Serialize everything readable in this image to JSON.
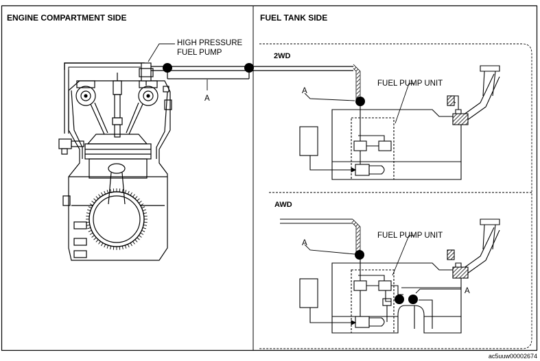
{
  "headers": {
    "engine_side": "ENGINE COMPARTMENT SIDE",
    "fuel_tank_side": "FUEL TANK SIDE"
  },
  "labels": {
    "high_pressure_line1": "HIGH PRESSURE",
    "high_pressure_line2": "FUEL PUMP",
    "pipe_a": "A",
    "fuel_pump_unit": "FUEL PUMP UNIT",
    "two_wd": "2WD",
    "awd": "AWD"
  },
  "figure_code": "ac5uuw00002674",
  "colors": {
    "line": "#000000",
    "background": "#ffffff",
    "hatch": "#000000"
  }
}
